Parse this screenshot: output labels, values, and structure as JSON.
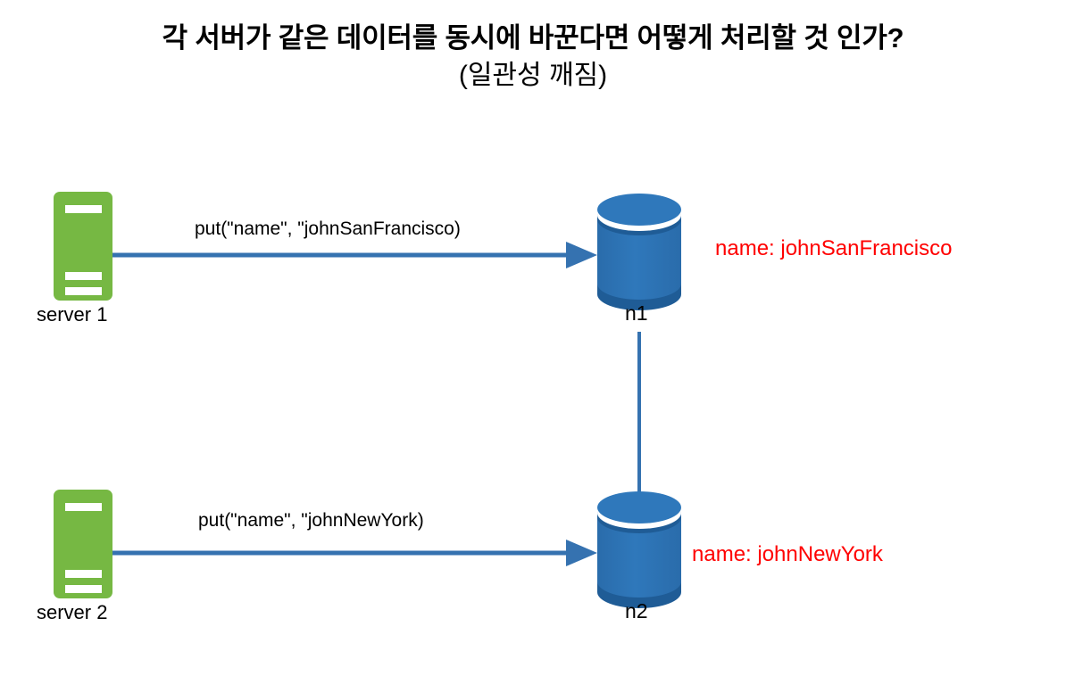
{
  "title": {
    "line1": "각 서버가 같은 데이터를 동시에 바꾼다면 어떻게 처리할 것 인가?",
    "line2": "(일관성 깨짐)"
  },
  "colors": {
    "server_green": "#76b843",
    "server_bar_white": "#ffffff",
    "db_blue": "#2e75b6",
    "db_blue_dark": "#1f5c96",
    "arrow_blue": "#3572b0",
    "value_red": "#ff0000",
    "text_black": "#000000",
    "background": "#ffffff"
  },
  "diagram": {
    "type": "distributed-database-consistency",
    "servers": [
      {
        "id": "server-1",
        "label": "server 1",
        "icon": "server-icon"
      },
      {
        "id": "server-2",
        "label": "server 2",
        "icon": "server-icon"
      }
    ],
    "nodes": [
      {
        "id": "n1",
        "label": "n1",
        "icon": "database-cylinder-icon",
        "stored_value": "name: johnSanFrancisco"
      },
      {
        "id": "n2",
        "label": "n2",
        "icon": "database-cylinder-icon",
        "stored_value": "name: johnNewYork"
      }
    ],
    "edges": [
      {
        "id": "edge-server1-n1",
        "from": "server-1",
        "to": "n1",
        "label": "put(\"name\", \"johnSanFrancisco)",
        "arrow": true
      },
      {
        "id": "edge-server2-n2",
        "from": "server-2",
        "to": "n2",
        "label": "put(\"name\", \"johnNewYork)",
        "arrow": true
      },
      {
        "id": "edge-n1-n2",
        "from": "n1",
        "to": "n2",
        "label": "",
        "arrow": false
      }
    ]
  }
}
